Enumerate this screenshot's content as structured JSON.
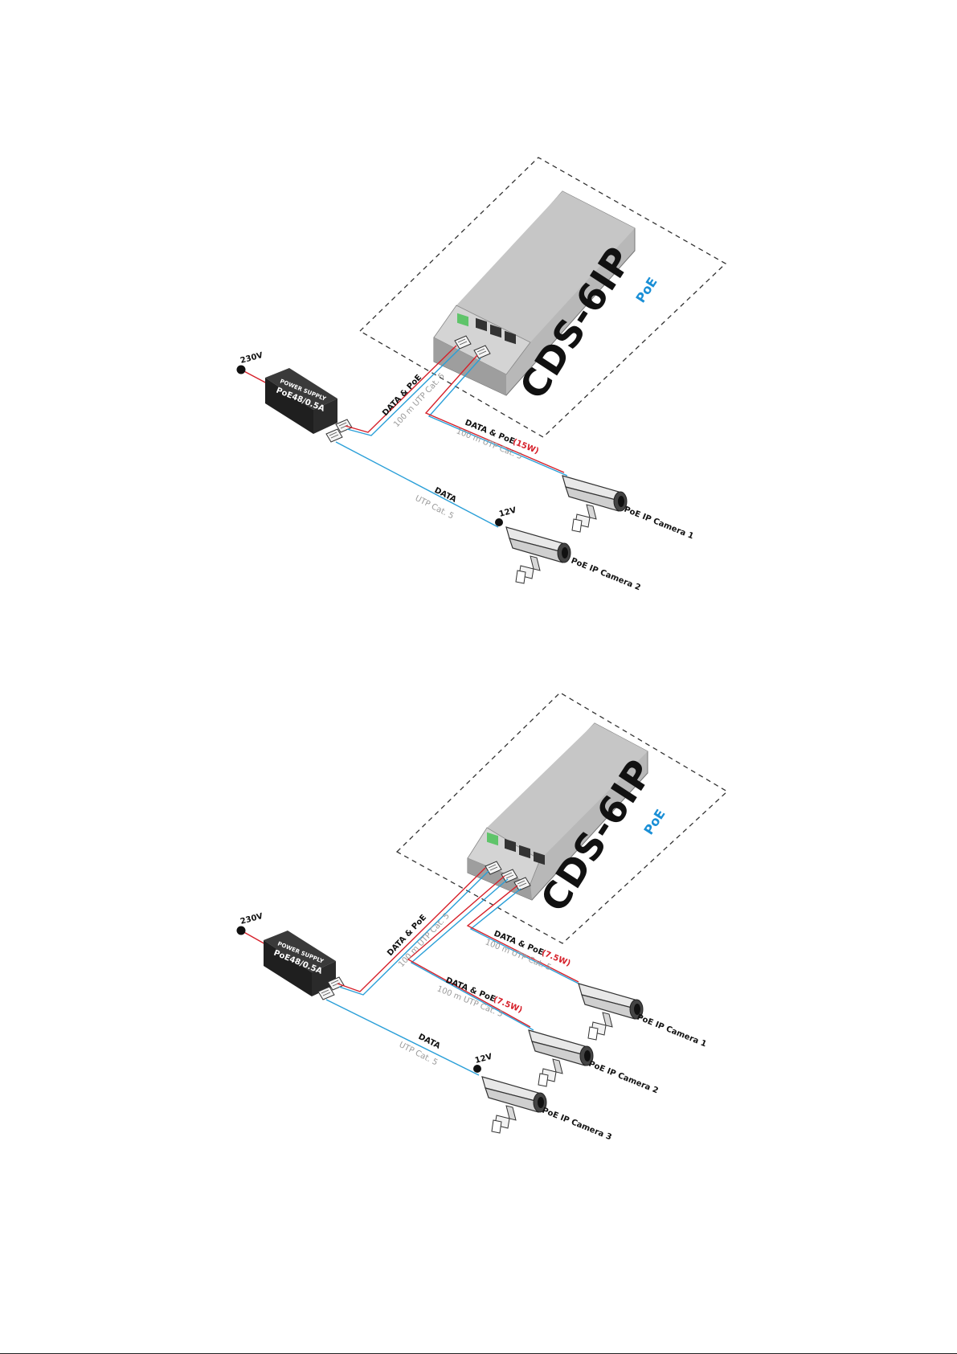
{
  "colors": {
    "data_cable": "#2a9fd8",
    "power_cable": "#d6202a",
    "switch_body": "#bdbdbd",
    "power_supply": "#2a2a2a",
    "logo_accent": "#1a8fd6"
  },
  "diagram1": {
    "switch_logo": "CDS-6IP",
    "switch_logo_suffix": "PoE",
    "mains_label": "230V",
    "psu_line1": "POWER SUPPLY",
    "psu_line2": "PoE48/0.5A",
    "cable_psu_switch": {
      "title": "DATA & PoE",
      "sub": "100 m UTP Cat. 5"
    },
    "cable_cam1": {
      "title": "DATA & PoE",
      "power": "(15W)",
      "sub": "100 m UTP Cat. 5"
    },
    "cable_cam2": {
      "title": "DATA",
      "sub": "UTP Cat. 5"
    },
    "cam2_power": "12V",
    "camera1": "PoE IP Camera 1",
    "camera2": "PoE IP Camera 2"
  },
  "diagram2": {
    "switch_logo": "CDS-6IP",
    "switch_logo_suffix": "PoE",
    "mains_label": "230V",
    "psu_line1": "POWER SUPPLY",
    "psu_line2": "PoE48/0.5A",
    "cable_psu_switch": {
      "title": "DATA & PoE",
      "sub": "100 m UTP Cat. 5"
    },
    "cable_cam1": {
      "title": "DATA & PoE",
      "power": "(7.5W)",
      "sub": "100 m UTP Cat. 5"
    },
    "cable_cam2": {
      "title": "DATA & PoE",
      "power": "(7.5W)",
      "sub": "100 m UTP Cat. 5"
    },
    "cable_cam3": {
      "title": "DATA",
      "sub": "UTP Cat. 5"
    },
    "cam3_power": "12V",
    "camera1": "PoE IP Camera 1",
    "camera2": "PoE IP Camera 2",
    "camera3": "PoE IP Camera 3"
  }
}
